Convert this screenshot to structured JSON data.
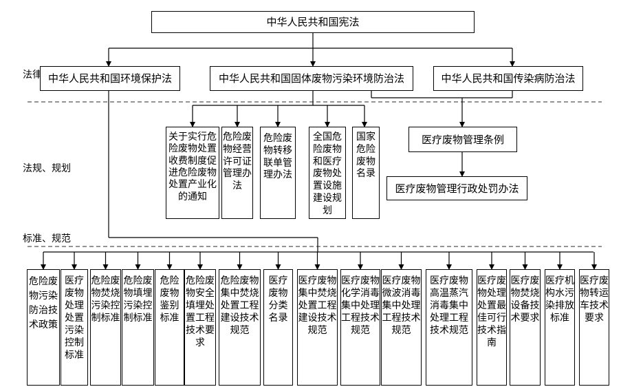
{
  "tiers": {
    "law": "法律",
    "regulation": "法规、规划",
    "standard": "标准、规范"
  },
  "constitution": "中华人民共和国宪法",
  "laws": {
    "environment": "中华人民共和国环境保护法",
    "solid_waste": "中华人民共和国固体废物污染环境防治法",
    "infectious": "中华人民共和国传染病防治法"
  },
  "regulations": {
    "fee_notice": "关于实行危险废物处置收费制度促进危险废物处置产业化的通知",
    "permit": "危险废物经营许可证管理办法",
    "manifest": "危险废物转移联单管理办法",
    "plan": "全国危险废物和医疗废物处置设施建设规划",
    "catalog": "国家危险废物名录",
    "medical_regulation": "医疗废物管理条例",
    "medical_penalty": "医疗废物管理行政处罚办法"
  },
  "standards": [
    "危险废物污染防治技术政策",
    "医疗废物处理处置污染控制标准",
    "危险废物焚烧污染控制标准",
    "危险废物填埋污染控制标准",
    "危险废物鉴别标准",
    "危险废物安全填埋处置工程技术要求",
    "危险废物集中焚烧处置工程建设技术规范",
    "医疗废物分类名录",
    "医疗废物集中焚烧处置工程建设技术规范",
    "医疗废物化学消毒集中处理工程技术规范",
    "医疗废物微波消毒集中处理工程技术规范",
    "医疗废物高温蒸汽消毒集中处理工程技术规范",
    "医疗废物处理处置最佳可行技术指南",
    "医疗废物焚烧设备技术要求",
    "医疗机构水污染排放标准",
    "医疗废物转运车技术要求"
  ]
}
